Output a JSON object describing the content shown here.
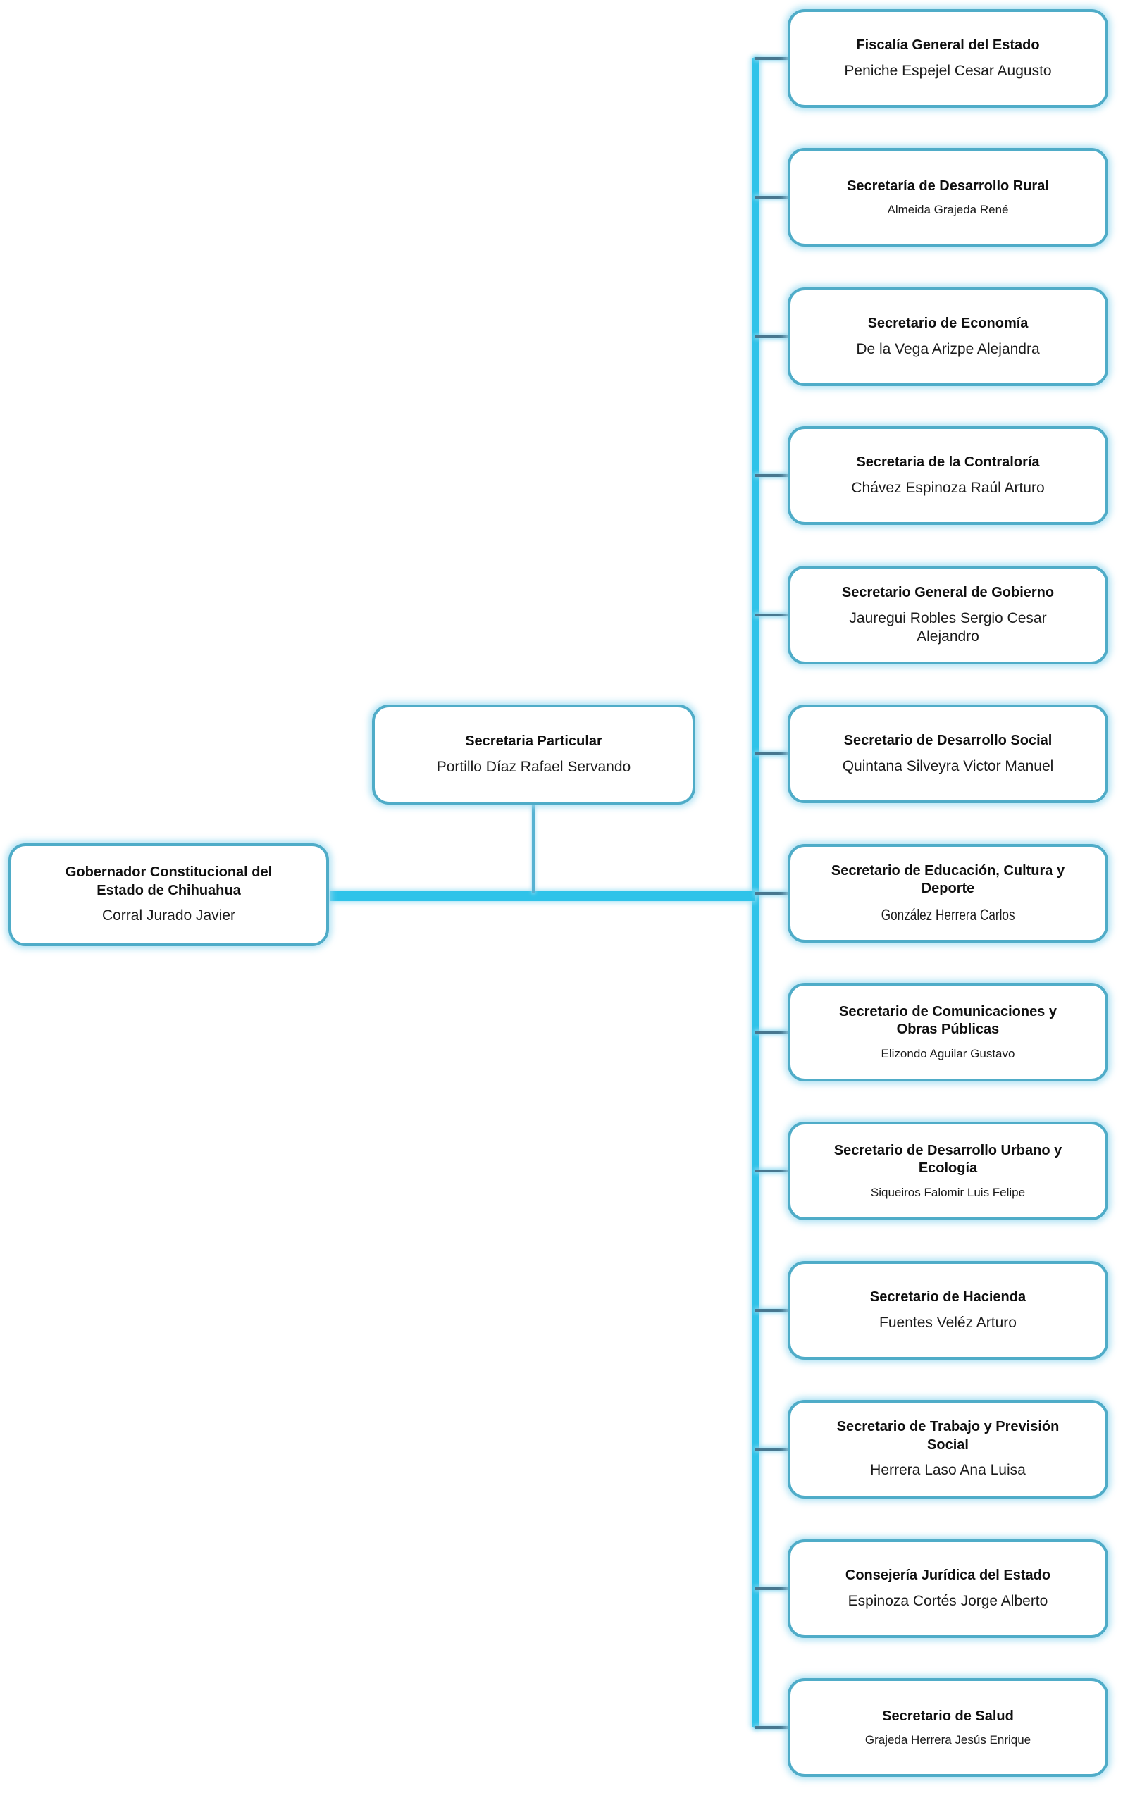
{
  "colors": {
    "connector": "#2fc3e9",
    "stub": "#47778f",
    "drop": "#57b2d2",
    "box_border": "#4facc8",
    "title_text": "#101010",
    "name_text": "#1b1b1b"
  },
  "governor": {
    "title": "Gobernador Constitucional del\nEstado de Chihuahua",
    "name": "Corral Jurado Javier"
  },
  "particular": {
    "title": "Secretaria Particular",
    "name": "Portillo Díaz Rafael Servando"
  },
  "cabinet": [
    {
      "title": "Fiscalía General del Estado",
      "name": "Peniche Espejel Cesar Augusto"
    },
    {
      "title": "Secretaría de Desarrollo Rural",
      "name": "Almeida Grajeda René"
    },
    {
      "title": "Secretario de Economía",
      "name": "De la Vega Arizpe Alejandra"
    },
    {
      "title": "Secretaria de la Contraloría",
      "name": "Chávez Espinoza Raúl Arturo"
    },
    {
      "title": "Secretario General de Gobierno",
      "name": "Jauregui Robles Sergio Cesar\nAlejandro"
    },
    {
      "title": "Secretario de Desarrollo Social",
      "name": "Quintana Silveyra Victor Manuel"
    },
    {
      "title": "Secretario de Educación, Cultura y\nDeporte",
      "name": "González Herrera Carlos"
    },
    {
      "title": "Secretario de Comunicaciones y\nObras Públicas",
      "name": "Elizondo Aguilar Gustavo"
    },
    {
      "title": "Secretario de Desarrollo Urbano y\nEcología",
      "name": "Siqueiros Falomir Luis Felipe"
    },
    {
      "title": "Secretario de Hacienda",
      "name": "Fuentes Veléz Arturo"
    },
    {
      "title": "Secretario de Trabajo y Previsión\nSocial",
      "name": "Herrera Laso Ana Luisa"
    },
    {
      "title": "Consejería Jurídica del Estado",
      "name": "Espinoza Cortés Jorge Alberto"
    },
    {
      "title": "Secretario de Salud",
      "name": "Grajeda Herrera Jesús Enrique"
    }
  ]
}
